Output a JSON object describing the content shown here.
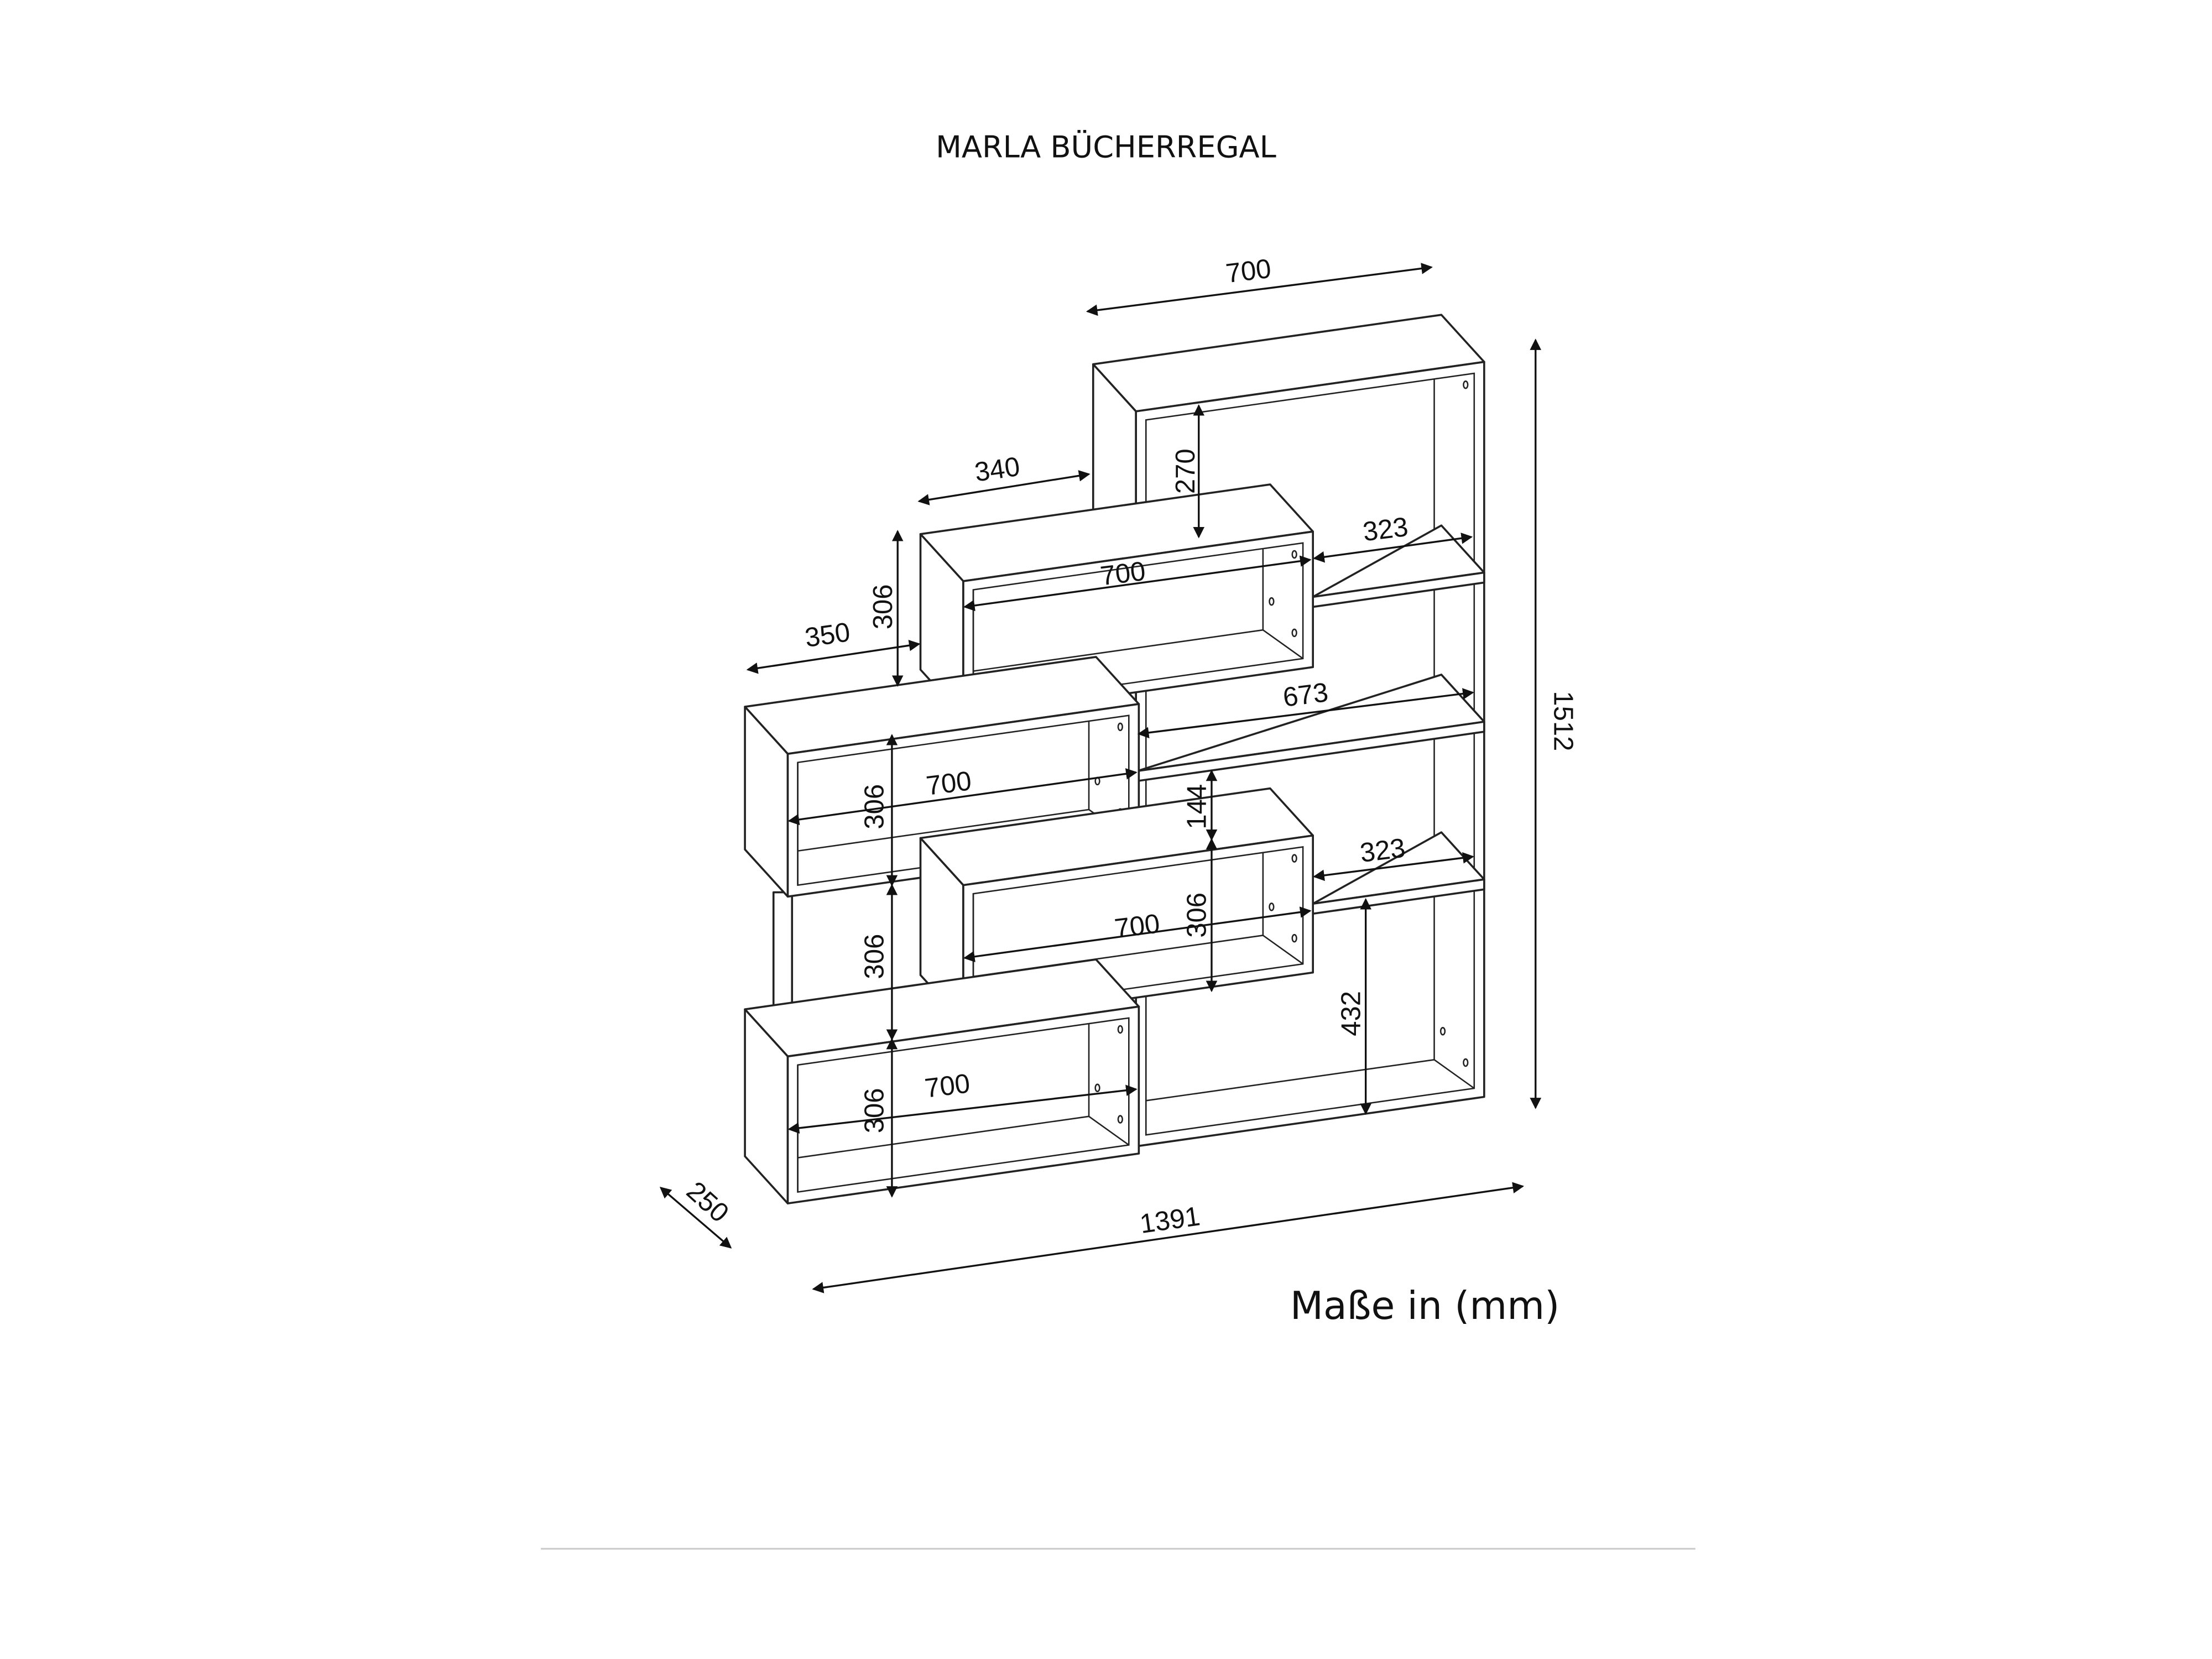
{
  "title": "MARLA BÜCHERREGAL",
  "units_note": "Maße in (mm)",
  "dimensions": {
    "top_width": "700",
    "step_upper": "340",
    "top_height": "270",
    "shelf_upper_right": "323",
    "box_upper_width": "700",
    "box_upper_height": "306",
    "step_lower": "350",
    "shelf_middle": "673",
    "box_left_width": "700",
    "box_left_height": "306",
    "gap_middle": "144",
    "shelf_lower_right": "323",
    "box_mid_height": "306",
    "box_mid_width": "700",
    "gap_left_height": "306",
    "bottom_right_height": "432",
    "box_bottom_width": "700",
    "box_bottom_height": "306",
    "depth": "250",
    "total_width": "1391",
    "total_height": "1512"
  }
}
